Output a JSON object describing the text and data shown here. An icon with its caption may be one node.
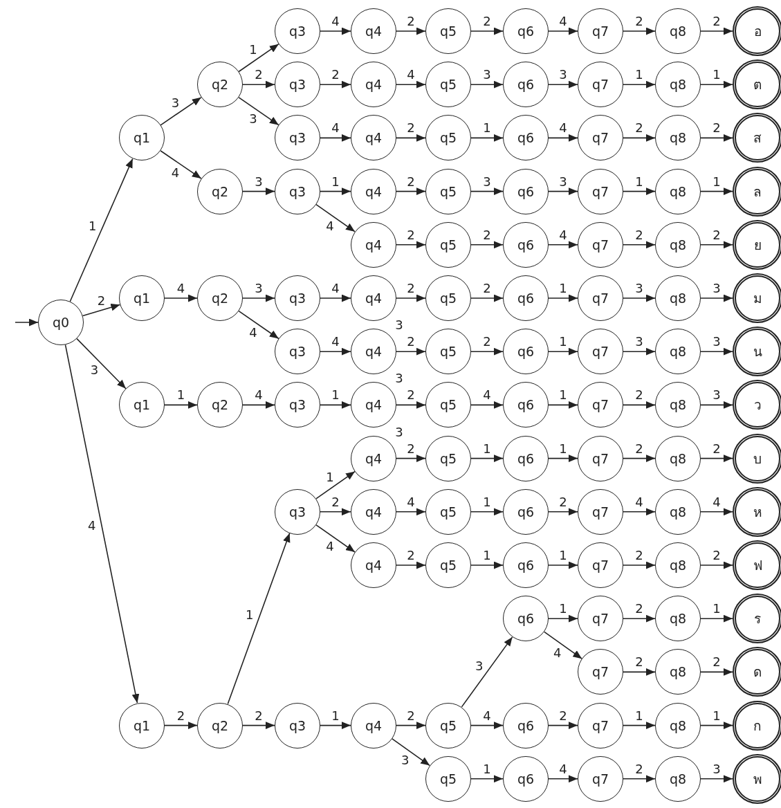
{
  "diagram": {
    "nodes": [
      {
        "text": [
          "q0"
        ]
      },
      {
        "text": [
          "q3"
        ]
      },
      {
        "text": [
          "q4"
        ]
      },
      {
        "text": [
          "q5"
        ]
      },
      {
        "text": [
          "q6"
        ]
      },
      {
        "text": [
          "q7"
        ]
      },
      {
        "text": [
          "q8"
        ]
      },
      {
        "text": [
          "อ"
        ]
      },
      {
        "text": [
          "q2"
        ]
      },
      {
        "text": [
          "q3"
        ]
      },
      {
        "text": [
          "q4"
        ]
      },
      {
        "text": [
          "q5"
        ]
      },
      {
        "text": [
          "q6"
        ]
      },
      {
        "text": [
          "q7"
        ]
      },
      {
        "text": [
          "q8"
        ]
      },
      {
        "text": [
          "ต"
        ]
      },
      {
        "text": [
          "q1"
        ]
      },
      {
        "text": [
          "q3"
        ]
      },
      {
        "text": [
          "q4"
        ]
      },
      {
        "text": [
          "q5"
        ]
      },
      {
        "text": [
          "q6"
        ]
      },
      {
        "text": [
          "q7"
        ]
      },
      {
        "text": [
          "q8"
        ]
      },
      {
        "text": [
          "ส"
        ]
      },
      {
        "text": [
          "q2"
        ]
      },
      {
        "text": [
          "q3"
        ]
      },
      {
        "text": [
          "q4"
        ]
      },
      {
        "text": [
          "q5"
        ]
      },
      {
        "text": [
          "q6"
        ]
      },
      {
        "text": [
          "q7"
        ]
      },
      {
        "text": [
          "q8"
        ]
      },
      {
        "text": [
          "ล"
        ]
      },
      {
        "text": [
          "q4"
        ]
      },
      {
        "text": [
          "q5"
        ]
      },
      {
        "text": [
          "q6"
        ]
      },
      {
        "text": [
          "q7"
        ]
      },
      {
        "text": [
          "q8"
        ]
      },
      {
        "text": [
          "ย"
        ]
      },
      {
        "text": [
          "q1"
        ]
      },
      {
        "text": [
          "q2"
        ]
      },
      {
        "text": [
          "q3"
        ]
      },
      {
        "text": [
          "q4"
        ]
      },
      {
        "text": [
          "q5"
        ]
      },
      {
        "text": [
          "q6"
        ]
      },
      {
        "text": [
          "q7"
        ]
      },
      {
        "text": [
          "q8"
        ]
      },
      {
        "text": [
          "ม"
        ]
      },
      {
        "text": [
          "q3"
        ]
      },
      {
        "text": [
          "q4"
        ]
      },
      {
        "text": [
          "q5"
        ]
      },
      {
        "text": [
          "q6"
        ]
      },
      {
        "text": [
          "q7"
        ]
      },
      {
        "text": [
          "q8"
        ]
      },
      {
        "text": [
          "น"
        ]
      },
      {
        "text": [
          "q1"
        ]
      },
      {
        "text": [
          "q2"
        ]
      },
      {
        "text": [
          "q3"
        ]
      },
      {
        "text": [
          "q4"
        ]
      },
      {
        "text": [
          "q5"
        ]
      },
      {
        "text": [
          "q6"
        ]
      },
      {
        "text": [
          "q7"
        ]
      },
      {
        "text": [
          "q8"
        ]
      },
      {
        "text": [
          "ว"
        ]
      },
      {
        "text": [
          "q4"
        ]
      },
      {
        "text": [
          "q5"
        ]
      },
      {
        "text": [
          "q6"
        ]
      },
      {
        "text": [
          "q7"
        ]
      },
      {
        "text": [
          "q8"
        ]
      },
      {
        "text": [
          "บ"
        ]
      },
      {
        "text": [
          "q3"
        ]
      },
      {
        "text": [
          "q4"
        ]
      },
      {
        "text": [
          "q5"
        ]
      },
      {
        "text": [
          "q6"
        ]
      },
      {
        "text": [
          "q7"
        ]
      },
      {
        "text": [
          "q8"
        ]
      },
      {
        "text": [
          "ห"
        ]
      },
      {
        "text": [
          "q4"
        ]
      },
      {
        "text": [
          "q5"
        ]
      },
      {
        "text": [
          "q6"
        ]
      },
      {
        "text": [
          "q7"
        ]
      },
      {
        "text": [
          "q8"
        ]
      },
      {
        "text": [
          "ฟ"
        ]
      },
      {
        "text": [
          "q6"
        ]
      },
      {
        "text": [
          "q7"
        ]
      },
      {
        "text": [
          "q8"
        ]
      },
      {
        "text": [
          "ร"
        ]
      },
      {
        "text": [
          "q7"
        ]
      },
      {
        "text": [
          "q8"
        ]
      },
      {
        "text": [
          "ด"
        ]
      },
      {
        "text": [
          "q1"
        ]
      },
      {
        "text": [
          "q2"
        ]
      },
      {
        "text": [
          "q3"
        ]
      },
      {
        "text": [
          "q4"
        ]
      },
      {
        "text": [
          "q5"
        ]
      },
      {
        "text": [
          "q6"
        ]
      },
      {
        "text": [
          "q7"
        ]
      },
      {
        "text": [
          "q8"
        ]
      },
      {
        "text": [
          "ก"
        ]
      },
      {
        "text": [
          "q5"
        ]
      },
      {
        "text": [
          "q6"
        ]
      },
      {
        "text": [
          "q7"
        ]
      },
      {
        "text": [
          "q8"
        ]
      },
      {
        "text": [
          "พ"
        ]
      }
    ],
    "edges": [
      {
        "from": null,
        "to": 0,
        "arrow": "to"
      },
      {
        "from": 0,
        "to": 16,
        "label": "1",
        "arrow": "to"
      },
      {
        "from": 0,
        "to": 38,
        "label": "2",
        "arrow": "to"
      },
      {
        "from": 0,
        "to": 54,
        "label": "3",
        "arrow": "to"
      },
      {
        "from": 0,
        "to": 89,
        "label": "4",
        "arrow": "to"
      },
      {
        "from": 16,
        "to": 8,
        "label": "3",
        "arrow": "to"
      },
      {
        "from": 16,
        "to": 24,
        "label": "4",
        "arrow": "to"
      },
      {
        "from": 8,
        "to": 1,
        "label": "1",
        "arrow": "to"
      },
      {
        "from": 8,
        "to": 9,
        "label": "2",
        "arrow": "to"
      },
      {
        "from": 8,
        "to": 17,
        "label": "3",
        "arrow": "to"
      },
      {
        "from": 1,
        "to": 2,
        "label": "4",
        "arrow": "to"
      },
      {
        "from": 2,
        "to": 3,
        "label": "2",
        "arrow": "to"
      },
      {
        "from": 3,
        "to": 4,
        "label": "2",
        "arrow": "to"
      },
      {
        "from": 4,
        "to": 5,
        "label": "4",
        "arrow": "to"
      },
      {
        "from": 5,
        "to": 6,
        "label": "2",
        "arrow": "to"
      },
      {
        "from": 6,
        "to": 7,
        "label": "2",
        "arrow": "to"
      },
      {
        "from": 9,
        "to": 10,
        "label": "2",
        "arrow": "to"
      },
      {
        "from": 10,
        "to": 11,
        "label": "4",
        "arrow": "to"
      },
      {
        "from": 11,
        "to": 12,
        "label": "3",
        "arrow": "to"
      },
      {
        "from": 12,
        "to": 13,
        "label": "3",
        "arrow": "to"
      },
      {
        "from": 13,
        "to": 14,
        "label": "1",
        "arrow": "to"
      },
      {
        "from": 14,
        "to": 15,
        "label": "1",
        "arrow": "to"
      },
      {
        "from": 17,
        "to": 18,
        "label": "4",
        "arrow": "to"
      },
      {
        "from": 18,
        "to": 19,
        "label": "2",
        "arrow": "to"
      },
      {
        "from": 19,
        "to": 20,
        "label": "1",
        "arrow": "to"
      },
      {
        "from": 20,
        "to": 21,
        "label": "4",
        "arrow": "to"
      },
      {
        "from": 21,
        "to": 22,
        "label": "2",
        "arrow": "to"
      },
      {
        "from": 22,
        "to": 23,
        "label": "2",
        "arrow": "to"
      },
      {
        "from": 24,
        "to": 25,
        "label": "3",
        "arrow": "to"
      },
      {
        "from": 25,
        "to": 26,
        "label": "1",
        "arrow": "to"
      },
      {
        "from": 25,
        "to": 32,
        "label": "4",
        "arrow": "to"
      },
      {
        "from": 26,
        "to": 27,
        "label": "2",
        "arrow": "to"
      },
      {
        "from": 27,
        "to": 28,
        "label": "3",
        "arrow": "to"
      },
      {
        "from": 28,
        "to": 29,
        "label": "3",
        "arrow": "to"
      },
      {
        "from": 29,
        "to": 30,
        "label": "1",
        "arrow": "to"
      },
      {
        "from": 30,
        "to": 31,
        "label": "1",
        "arrow": "to"
      },
      {
        "from": 32,
        "to": 33,
        "label": "2",
        "arrow": "to"
      },
      {
        "from": 33,
        "to": 34,
        "label": "2",
        "arrow": "to"
      },
      {
        "from": 34,
        "to": 35,
        "label": "4",
        "arrow": "to"
      },
      {
        "from": 35,
        "to": 36,
        "label": "2",
        "arrow": "to"
      },
      {
        "from": 36,
        "to": 37,
        "label": "2",
        "arrow": "to"
      },
      {
        "from": 38,
        "to": 39,
        "label": "4",
        "arrow": "to"
      },
      {
        "from": 39,
        "to": 40,
        "label": "3",
        "arrow": "to"
      },
      {
        "from": 39,
        "to": 47,
        "label": "4",
        "arrow": "to"
      },
      {
        "from": 40,
        "to": 41,
        "label": "4",
        "arrow": "to"
      },
      {
        "from": 41,
        "to": 42,
        "label": "2",
        "arrow": "to"
      },
      {
        "from": 42,
        "to": 43,
        "label": "2",
        "arrow": "to"
      },
      {
        "from": 43,
        "to": 44,
        "label": "1",
        "arrow": "to"
      },
      {
        "from": 44,
        "to": 45,
        "label": "3",
        "arrow": "to"
      },
      {
        "from": 45,
        "to": 46,
        "label": "3",
        "arrow": "to"
      },
      {
        "from": 47,
        "to": 48,
        "label": "4",
        "arrow": "to"
      },
      {
        "from": 48,
        "to": 49,
        "label": "2",
        "arrow": "to"
      },
      {
        "from": 49,
        "to": 50,
        "label": "2",
        "arrow": "to"
      },
      {
        "from": 50,
        "to": 51,
        "label": "1",
        "arrow": "to"
      },
      {
        "from": 51,
        "to": 52,
        "label": "3",
        "arrow": "to"
      },
      {
        "from": 52,
        "to": 53,
        "label": "3",
        "arrow": "to"
      },
      {
        "from": 54,
        "to": 55,
        "label": "1",
        "arrow": "to"
      },
      {
        "from": 55,
        "to": 56,
        "label": "4",
        "arrow": "to"
      },
      {
        "from": 56,
        "to": 57,
        "label": "1",
        "arrow": "to"
      },
      {
        "from": 57,
        "to": 58,
        "label": "2",
        "arrow": "to"
      },
      {
        "from": 58,
        "to": 59,
        "label": "4",
        "arrow": "to"
      },
      {
        "from": 59,
        "to": 60,
        "label": "1",
        "arrow": "to"
      },
      {
        "from": 60,
        "to": 61,
        "label": "2",
        "arrow": "to"
      },
      {
        "from": 61,
        "to": 62,
        "label": "3",
        "arrow": "to"
      },
      {
        "from": 89,
        "to": 90,
        "label": "2",
        "arrow": "to"
      },
      {
        "from": 90,
        "to": 69,
        "label": "1",
        "arrow": "to"
      },
      {
        "from": 90,
        "to": 91,
        "label": "2",
        "arrow": "to"
      },
      {
        "from": 69,
        "to": 63,
        "label": "1",
        "arrow": "to"
      },
      {
        "from": 69,
        "to": 70,
        "label": "2",
        "arrow": "to"
      },
      {
        "from": 69,
        "to": 76,
        "label": "4",
        "arrow": "to"
      },
      {
        "from": 63,
        "to": 64,
        "label": "2",
        "arrow": "to"
      },
      {
        "from": 64,
        "to": 65,
        "label": "1",
        "arrow": "to"
      },
      {
        "from": 65,
        "to": 66,
        "label": "1",
        "arrow": "to"
      },
      {
        "from": 66,
        "to": 67,
        "label": "2",
        "arrow": "to"
      },
      {
        "from": 67,
        "to": 68,
        "label": "2",
        "arrow": "to"
      },
      {
        "from": 70,
        "to": 71,
        "label": "4",
        "arrow": "to"
      },
      {
        "from": 71,
        "to": 72,
        "label": "1",
        "arrow": "to"
      },
      {
        "from": 72,
        "to": 73,
        "label": "2",
        "arrow": "to"
      },
      {
        "from": 73,
        "to": 74,
        "label": "4",
        "arrow": "to"
      },
      {
        "from": 74,
        "to": 75,
        "label": "4",
        "arrow": "to"
      },
      {
        "from": 76,
        "to": 77,
        "label": "2",
        "arrow": "to"
      },
      {
        "from": 77,
        "to": 78,
        "label": "1",
        "arrow": "to"
      },
      {
        "from": 78,
        "to": 79,
        "label": "1",
        "arrow": "to"
      },
      {
        "from": 79,
        "to": 80,
        "label": "2",
        "arrow": "to"
      },
      {
        "from": 80,
        "to": 81,
        "label": "2",
        "arrow": "to"
      },
      {
        "from": 91,
        "to": 92,
        "label": "1",
        "arrow": "to"
      },
      {
        "from": 92,
        "to": 93,
        "label": "2",
        "arrow": "to"
      },
      {
        "from": 92,
        "to": 98,
        "label": "3",
        "arrow": "to"
      },
      {
        "from": 93,
        "to": 82,
        "label": "3",
        "arrow": "to"
      },
      {
        "from": 93,
        "to": 94,
        "label": "4",
        "arrow": "to"
      },
      {
        "from": 82,
        "to": 83,
        "label": "1",
        "arrow": "to"
      },
      {
        "from": 82,
        "to": 86,
        "label": "4",
        "arrow": "to"
      },
      {
        "from": 83,
        "to": 84,
        "label": "2",
        "arrow": "to"
      },
      {
        "from": 84,
        "to": 85,
        "label": "1",
        "arrow": "to"
      },
      {
        "from": 86,
        "to": 87,
        "label": "2",
        "arrow": "to"
      },
      {
        "from": 87,
        "to": 88,
        "label": "2",
        "arrow": "to"
      },
      {
        "from": 94,
        "to": 95,
        "label": "2",
        "arrow": "to"
      },
      {
        "from": 95,
        "to": 96,
        "label": "1",
        "arrow": "to"
      },
      {
        "from": 96,
        "to": 97,
        "label": "1",
        "arrow": "to"
      },
      {
        "from": 98,
        "to": 99,
        "label": "1",
        "arrow": "to"
      },
      {
        "from": 99,
        "to": 100,
        "label": "4",
        "arrow": "to"
      },
      {
        "from": 100,
        "to": 101,
        "label": "2",
        "arrow": "to"
      },
      {
        "from": 101,
        "to": 102,
        "label": "3",
        "arrow": "to"
      }
    ],
    "labels": [
      "3",
      "3",
      "3"
    ]
  }
}
